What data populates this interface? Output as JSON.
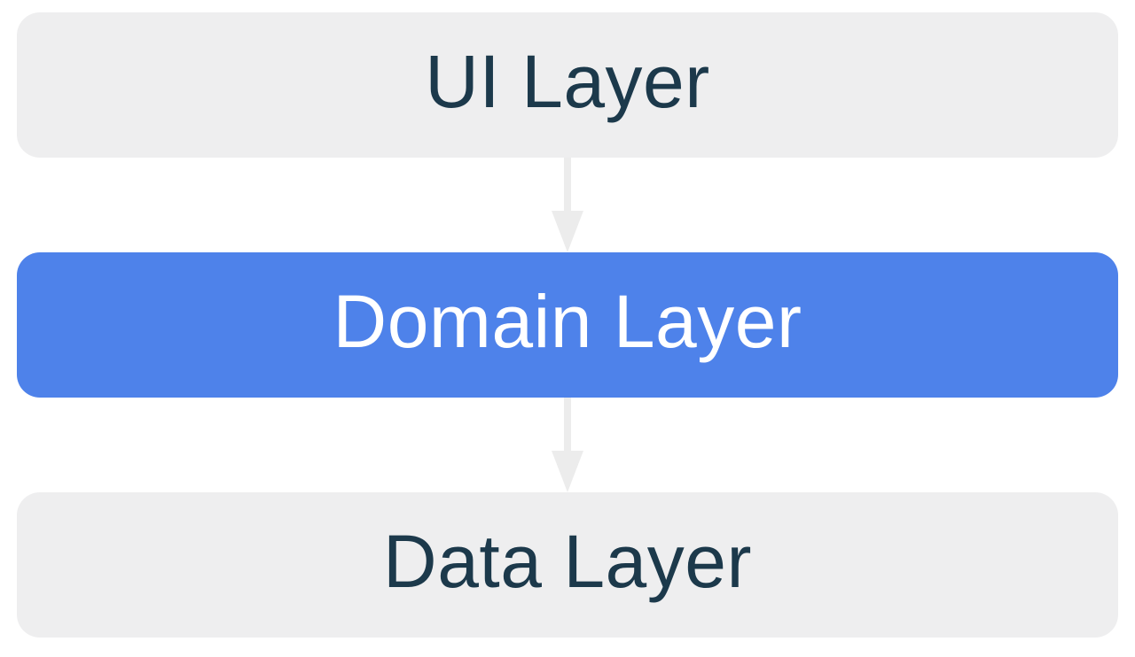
{
  "diagram": {
    "background_color": "#ffffff",
    "layers": [
      {
        "id": "ui-layer",
        "label": "UI Layer",
        "bg_color": "#eeeeef",
        "text_color": "#1c394b"
      },
      {
        "id": "domain-layer",
        "label": "Domain Layer",
        "bg_color": "#4e82ea",
        "text_color": "#ffffff"
      },
      {
        "id": "data-layer",
        "label": "Data Layer",
        "bg_color": "#eeeeef",
        "text_color": "#1c394b"
      }
    ],
    "arrows": [
      {
        "id": "ui-to-domain",
        "from": "UI Layer",
        "to": "Domain Layer",
        "direction": "down",
        "color": "#ececec"
      },
      {
        "id": "domain-to-data",
        "from": "Domain Layer",
        "to": "Data Layer",
        "direction": "down",
        "color": "#ececec"
      }
    ]
  }
}
